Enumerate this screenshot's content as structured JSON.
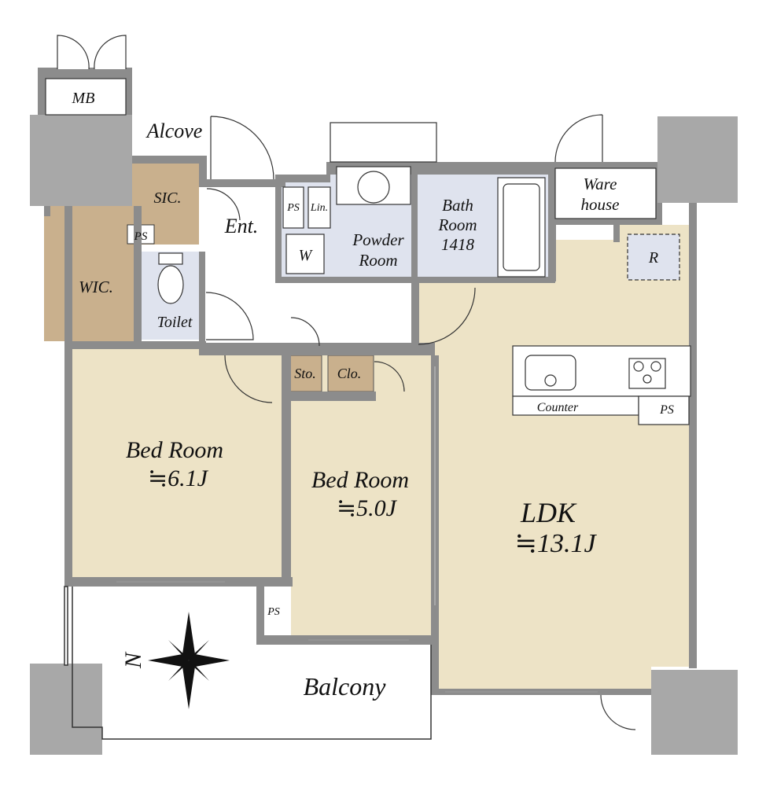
{
  "labels": {
    "mb": "MB",
    "alcove": "Alcove",
    "sic": "SIC.",
    "entrance": "Ent.",
    "ps": "PS",
    "lin": "Lin.",
    "w": "W",
    "powder_line1": "Powder",
    "powder_line2": "Room",
    "bath_line1": "Bath",
    "bath_line2": "Room",
    "bath_line3": "1418",
    "ware_line1": "Ware",
    "ware_line2": "house",
    "r": "R",
    "wic": "WIC.",
    "toilet": "Toilet",
    "sto": "Sto.",
    "clo": "Clo.",
    "counter": "Counter",
    "bed1_name": "Bed Room",
    "bed1_size": "≒6.1J",
    "bed2_name": "Bed Room",
    "bed2_size": "≒5.0J",
    "ldk_name": "LDK",
    "ldk_size": "≒13.1J",
    "balcony": "Balcony",
    "north": "N"
  },
  "colors": {
    "wall": "#8c8c8c",
    "column": "#a8a8a8",
    "wet_room": "#dfe3ee",
    "living_floor": "#ede3c6",
    "storage": "#c9b08d",
    "white": "#ffffff"
  }
}
